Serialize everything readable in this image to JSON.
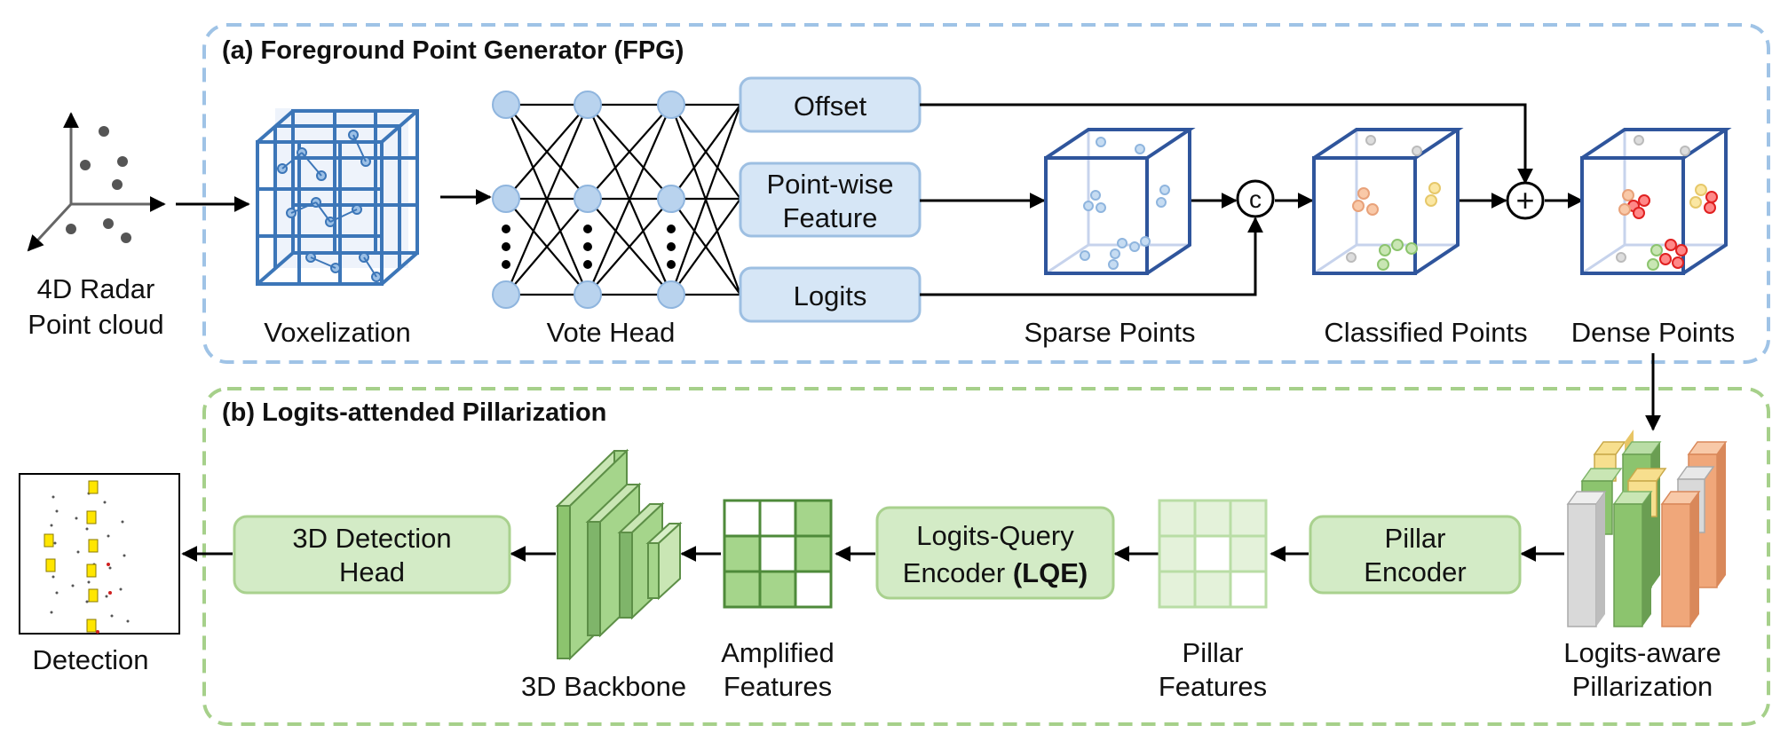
{
  "sections": {
    "fpg_title": "(a) Foreground Point Generator (FPG)",
    "lap_title": "(b) Logits-attended Pillarization"
  },
  "input": {
    "label_line1": "4D Radar",
    "label_line2": "Point cloud"
  },
  "fpg": {
    "voxelization": "Voxelization",
    "vote_head": "Vote Head",
    "offset": "Offset",
    "pointwise_line1": "Point-wise",
    "pointwise_line2": "Feature",
    "logits": "Logits",
    "sparse_points": "Sparse Points",
    "classified_points": "Classified Points",
    "dense_points": "Dense Points",
    "concat_symbol": "c",
    "plus_symbol": "+"
  },
  "lap": {
    "logits_aware_line1": "Logits-aware",
    "logits_aware_line2": "Pillarization",
    "pillar_encoder_line1": "Pillar",
    "pillar_encoder_line2": "Encoder",
    "pillar_features_line1": "Pillar",
    "pillar_features_line2": "Features",
    "lqe_line1": "Logits-Query",
    "lqe_line2_prefix": "Encoder ",
    "lqe_line2_bold": "(LQE)",
    "amplified_line1": "Amplified",
    "amplified_line2": "Features",
    "backbone": "3D Backbone",
    "detection_head_line1": "3D Detection",
    "detection_head_line2": "Head",
    "detection": "Detection"
  },
  "colors": {
    "blue_dash": "#9fc3e6",
    "green_dash": "#a6d08a",
    "blue_box": "#d6e6f6",
    "green_box": "#d3ebc6",
    "cube_stroke": "#2f559c",
    "backbone_dark": "#7fb56a",
    "pillar_gray": "#d9d9d9",
    "pillar_green": "#8cc46e",
    "pillar_orange": "#f0a77a",
    "pillar_yellow": "#f7df8e"
  }
}
